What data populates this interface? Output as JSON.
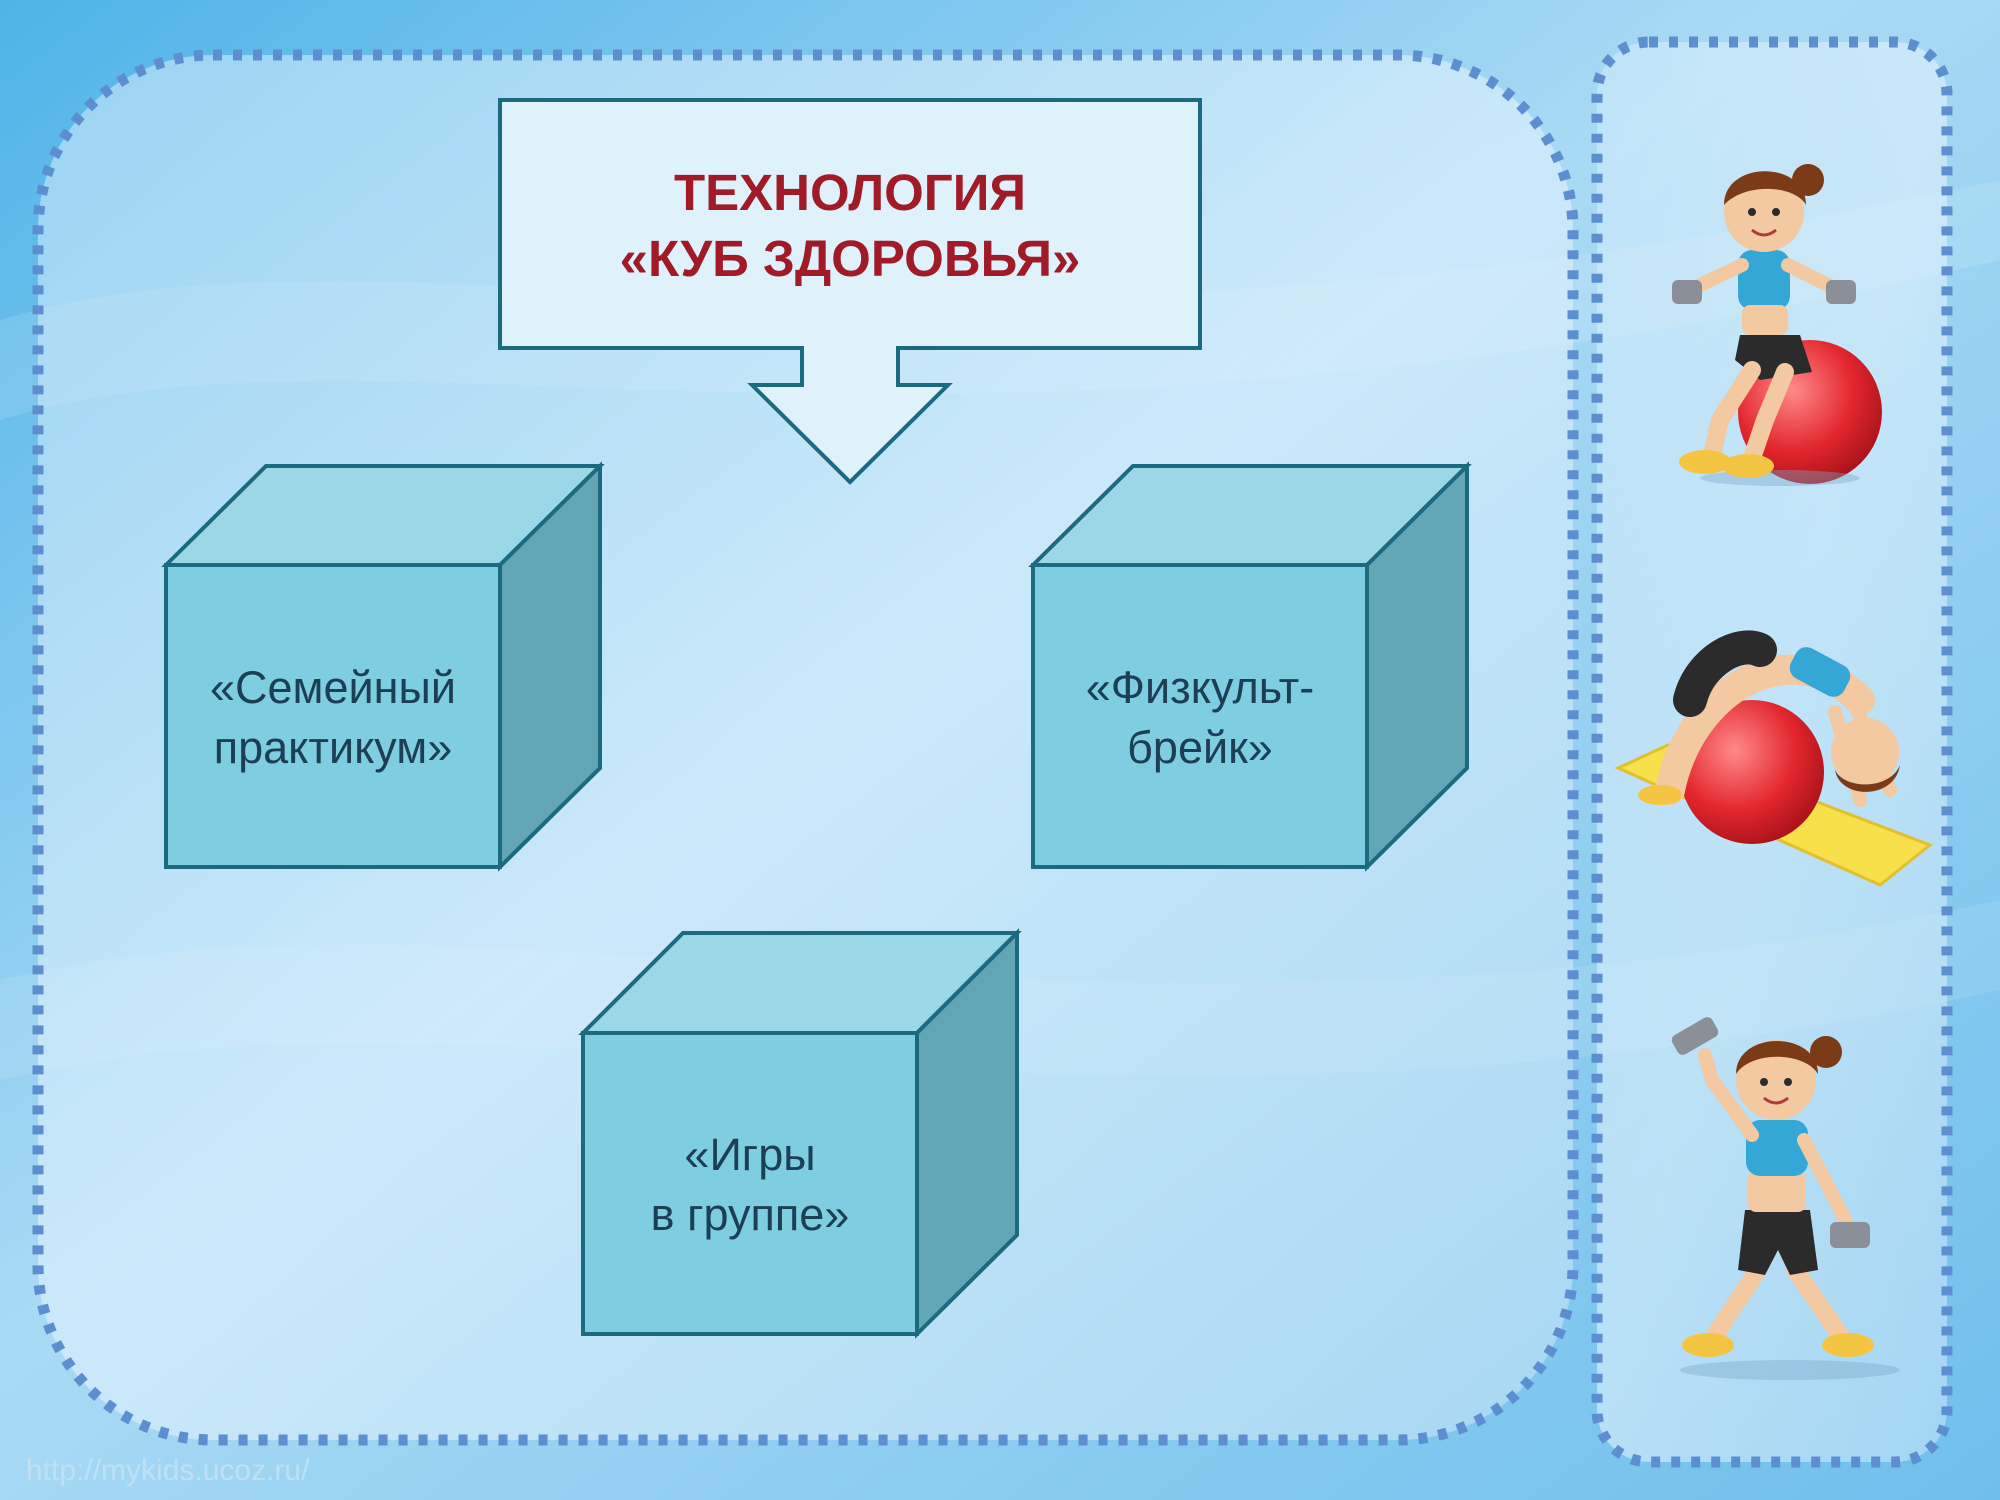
{
  "title": {
    "line1": "ТЕХНОЛОГИЯ",
    "line2": "«КУБ ЗДОРОВЬЯ»"
  },
  "cubes": [
    {
      "line1": "«Семейный",
      "line2": "практикум»"
    },
    {
      "line1": "«Физкульт-",
      "line2": "брейк»"
    },
    {
      "line1": "«Игры",
      "line2": "в группе»"
    }
  ],
  "watermark": "http://mykids.ucoz.ru/",
  "colors": {
    "title_text": "#a11a28",
    "cube_front": "#7ecde1",
    "cube_top": "#9ad8e7",
    "cube_side": "#62a6b5",
    "cube_outline": "#1b6a80",
    "frame_dots": "#5d8fd0"
  },
  "illustrations": [
    "girl-on-ball-with-dumbbells-icon",
    "girl-bridge-over-ball-icon",
    "girl-lifting-dumbbells-icon"
  ]
}
